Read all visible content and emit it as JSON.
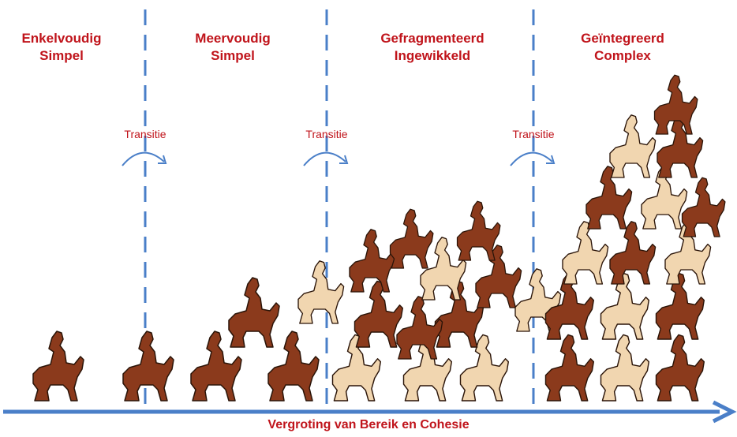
{
  "stages": [
    {
      "line1": "Enkelvoudig",
      "line2": "Simpel"
    },
    {
      "line1": "Meervoudig",
      "line2": "Simpel"
    },
    {
      "line1": "Gefragmenteerd",
      "line2": "Ingewikkeld"
    },
    {
      "line1": "Geïntegreerd",
      "line2": "Complex"
    }
  ],
  "transitions": [
    "Transitie",
    "Transitie",
    "Transitie"
  ],
  "axis": {
    "label": "Vergroting van Bereik en Cohesie"
  },
  "colors": {
    "title_red": "#c0141b",
    "axis_blue": "#4a7fc8",
    "rider_dark": "#8b3a1c",
    "rider_light": "#f1d6b0",
    "outline": "#2a1408"
  },
  "icons": {
    "rider": "horse-rider-icon",
    "transition_arrow": "curved-arrow-icon"
  }
}
